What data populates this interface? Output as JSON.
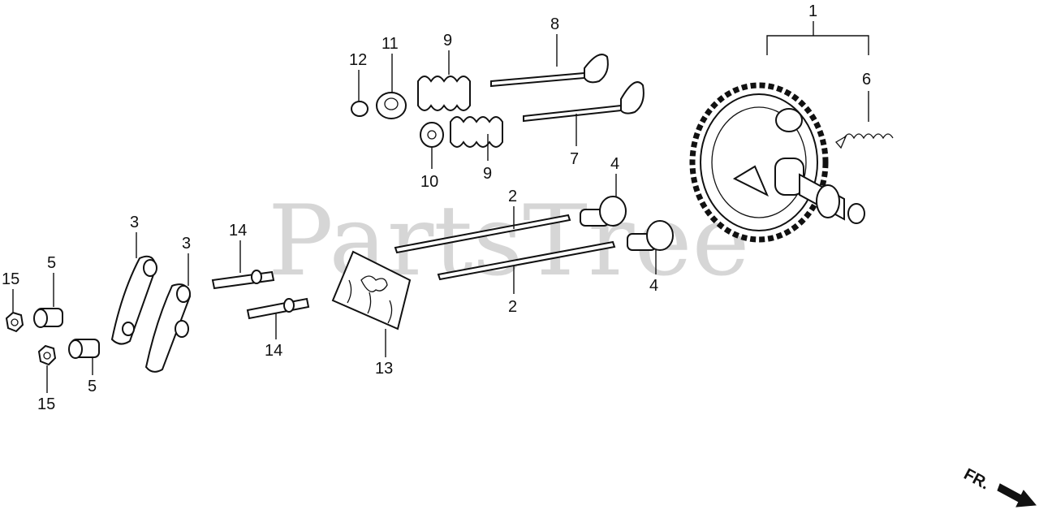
{
  "watermark": "PartsTree",
  "watermark_tm": "™",
  "front_marker": "FR.",
  "callouts": {
    "c1": "1",
    "c2a": "2",
    "c2b": "2",
    "c3a": "3",
    "c3b": "3",
    "c4a": "4",
    "c4b": "4",
    "c5a": "5",
    "c5b": "5",
    "c6": "6",
    "c7": "7",
    "c8": "8",
    "c9a": "9",
    "c9b": "9",
    "c10": "10",
    "c11": "11",
    "c12": "12",
    "c13": "13",
    "c14a": "14",
    "c14b": "14",
    "c15a": "15",
    "c15b": "15"
  },
  "icons": [
    "front-arrow-icon"
  ]
}
